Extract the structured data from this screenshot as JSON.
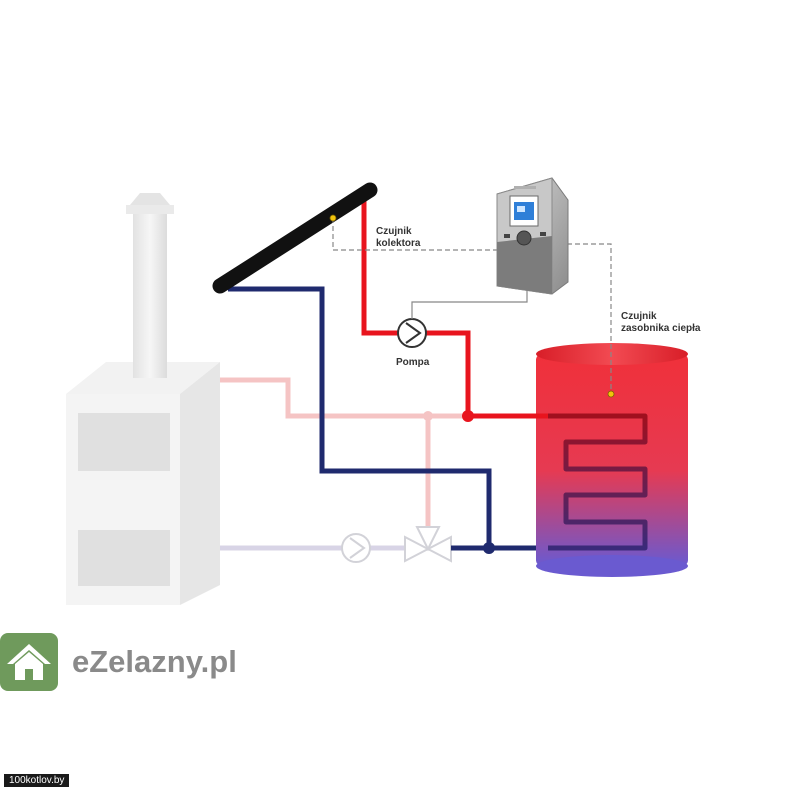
{
  "labels": {
    "collector_sensor": [
      "Czujnik",
      "kolektora"
    ],
    "pump": "Pompa",
    "tank_sensor": [
      "Czujnik",
      "zasobnika ciepła"
    ]
  },
  "logo": {
    "text": "eZelazny.pl"
  },
  "watermark": "100kotlov.by",
  "colors": {
    "hot_pipe": "#e8141e",
    "cold_pipe": "#1f2a6e",
    "boiler_hot_pipe": "#f5c4c4",
    "boiler_return_pipe": "#d8d4e6",
    "tank_top": "#f0303a",
    "tank_bottom": "#6a5ad0",
    "logo_green": "#6f9a5c"
  },
  "icons": [
    "boiler",
    "chimney",
    "solar-collector",
    "controller",
    "pump",
    "boiler-pump",
    "three-way-valve",
    "storage-tank",
    "heat-exchanger-coil",
    "sensor",
    "house-icon"
  ]
}
